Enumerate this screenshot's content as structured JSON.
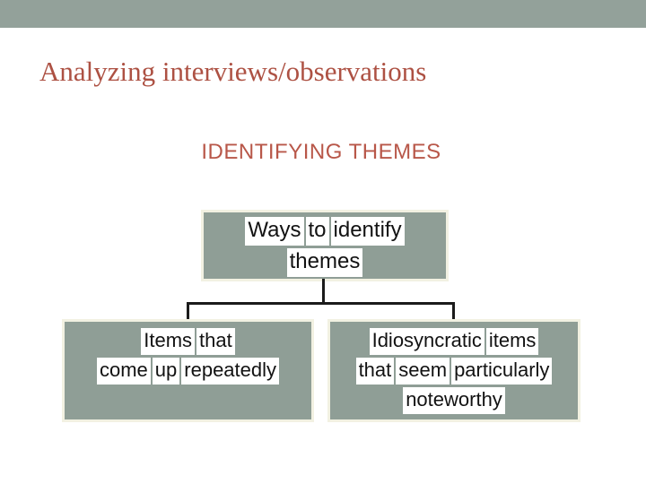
{
  "slide": {
    "title": "Analyzing interviews/observations",
    "section_heading": "IDENTIFYING THEMES"
  },
  "diagram": {
    "root_node": {
      "lines": [
        [
          "Ways",
          "to",
          "identify"
        ],
        [
          "themes"
        ]
      ]
    },
    "child_nodes": [
      {
        "lines": [
          [
            "Items",
            "that"
          ],
          [
            "come",
            "up",
            "repeatedly"
          ]
        ]
      },
      {
        "lines": [
          [
            "Idiosyncratic",
            "items"
          ],
          [
            "that",
            "seem",
            "particularly"
          ],
          [
            "noteworthy"
          ]
        ]
      }
    ]
  },
  "colors": {
    "background": "#ffffff",
    "top_bar": "#93a19a",
    "node_fill": "#8f9e96",
    "node_border": "#f2f1e2",
    "title_text": "#ad5143",
    "heading_text": "#b85749",
    "node_text": "#121212",
    "word_highlight": "#ffffff",
    "connector": "#1b1b1b"
  }
}
